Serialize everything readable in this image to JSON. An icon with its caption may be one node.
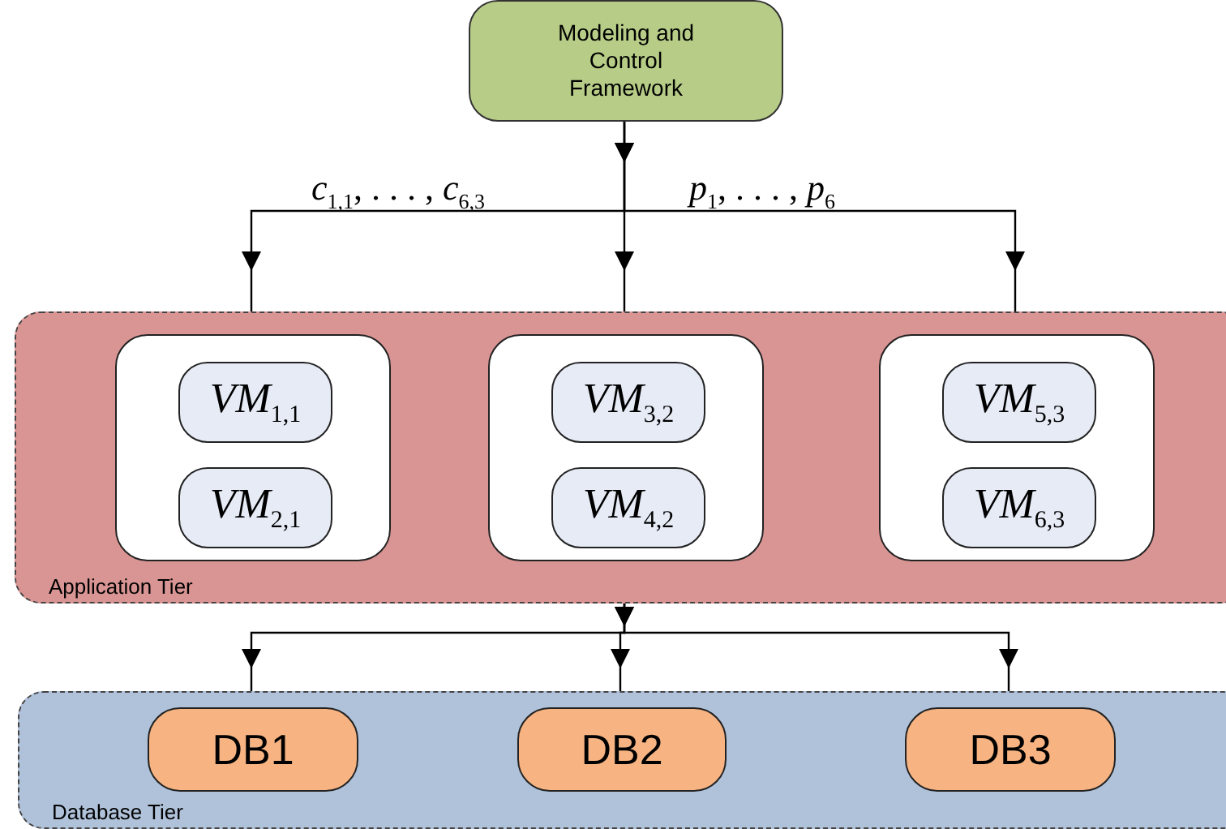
{
  "diagram": {
    "nodes": [
      {
        "text": [
          "Modeling and Control Framework"
        ]
      },
      {
        "text": [
          "Application Tier"
        ]
      },
      {
        "text": [],
        "shape": "box",
        "in": 1
      },
      {
        "text": [
          "*VM*$_{1,1}$"
        ],
        "in": 2
      },
      {
        "text": [
          "*VM*$_{2,1}$"
        ],
        "in": 2
      },
      {
        "text": [],
        "shape": "box",
        "in": 1
      },
      {
        "text": [
          "*VM*$_{3,2}$"
        ],
        "in": 5
      },
      {
        "text": [
          "*VM*$_{4,2}$"
        ],
        "in": 5
      },
      {
        "text": [],
        "shape": "box",
        "in": 1
      },
      {
        "text": [
          "*VM*$_{5,3}$"
        ],
        "in": 8
      },
      {
        "text": [
          "*VM*$_{6,3}$"
        ],
        "in": 8
      },
      {
        "text": [
          "Database Tier"
        ]
      },
      {
        "text": [
          "DB1"
        ],
        "in": 11
      },
      {
        "text": [
          "DB2"
        ],
        "in": 11
      },
      {
        "text": [
          "DB3"
        ],
        "in": 11
      }
    ],
    "edges": [
      {
        "from": 0,
        "to": 2,
        "arrow": "to",
        "label": "*c*$_{1,1}$, . . . , *c*$_{6,3}$"
      },
      {
        "from": 0,
        "to": 5,
        "arrow": "to"
      },
      {
        "from": 0,
        "to": 8,
        "arrow": "to",
        "label": "*p*$_{1}$, . . . , *p*$_{6}$"
      },
      {
        "from": 1,
        "to": 12,
        "arrow": "to"
      },
      {
        "from": 1,
        "to": 13,
        "arrow": "to"
      },
      {
        "from": 1,
        "to": 14,
        "arrow": "to"
      }
    ]
  }
}
